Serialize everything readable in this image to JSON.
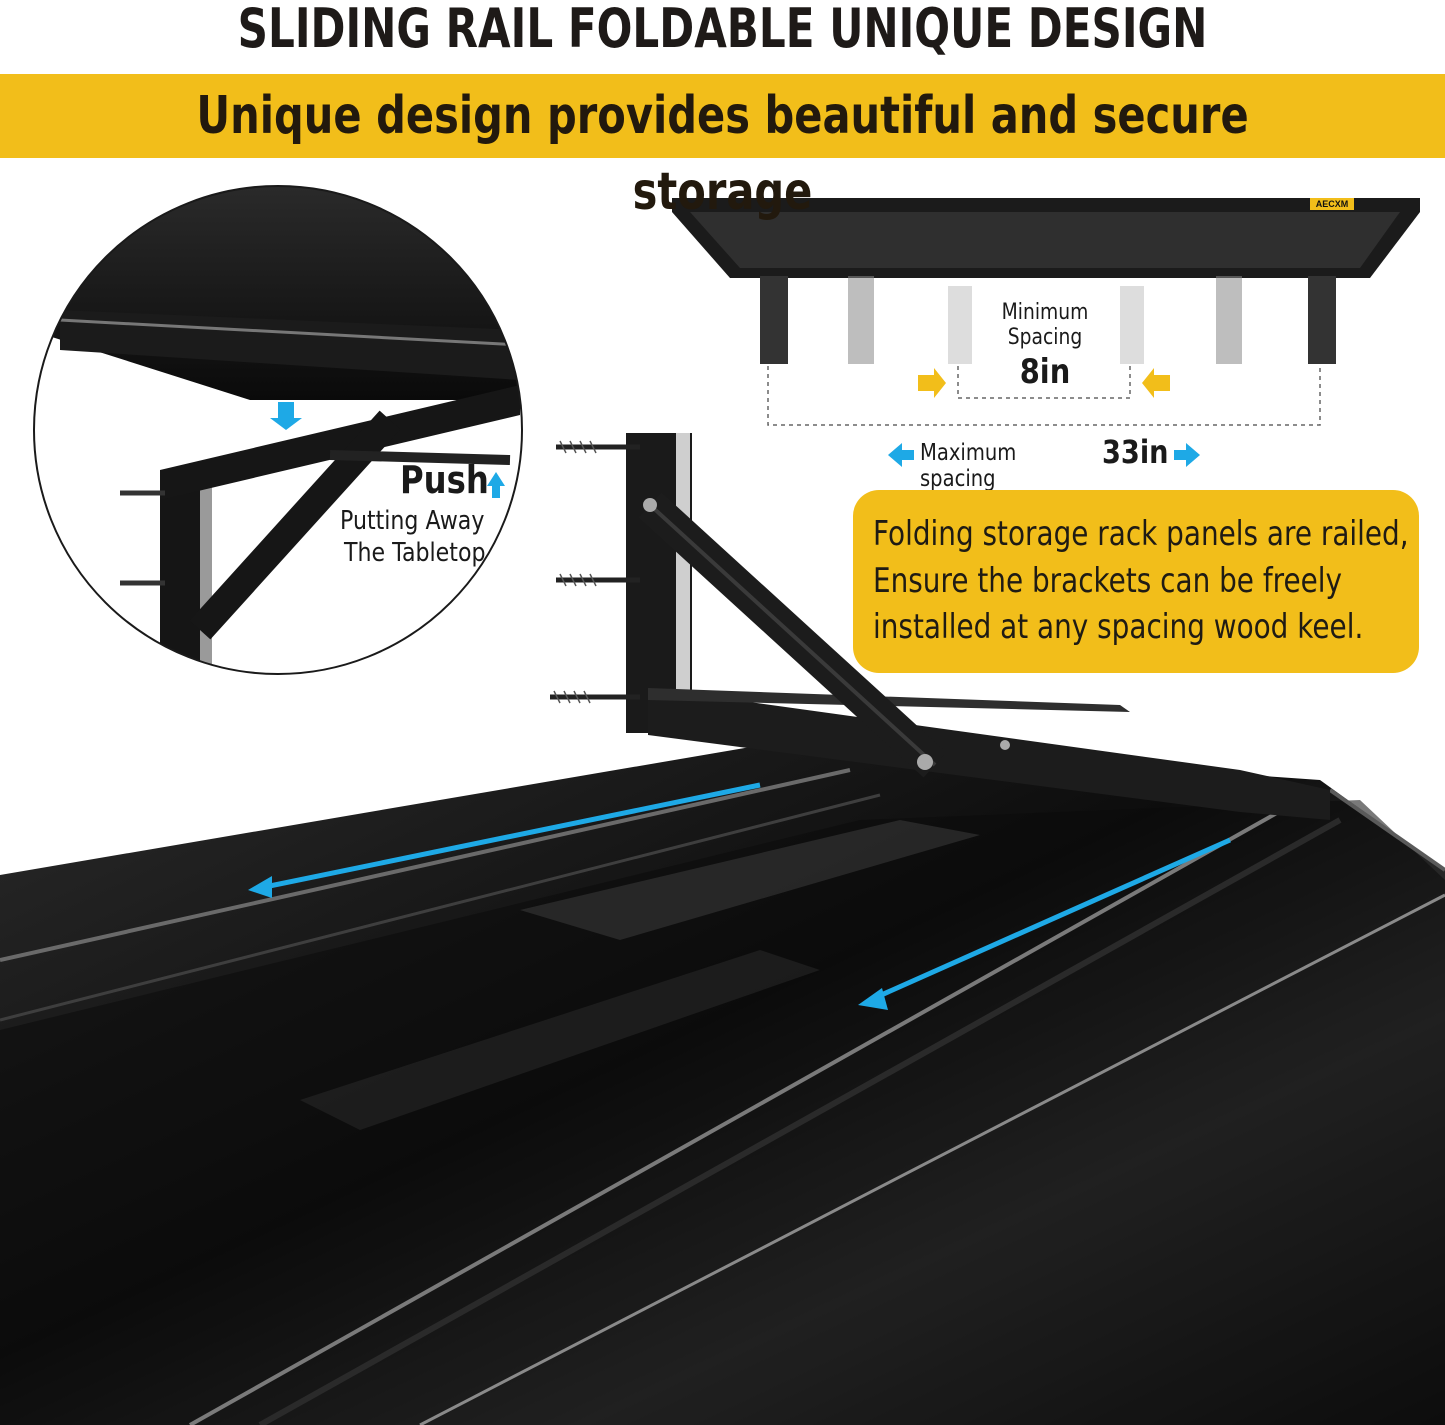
{
  "header": {
    "title": "SLIDING RAIL FOLDABLE UNIQUE DESIGN",
    "subtitle": "Unique design provides beautiful and secure storage"
  },
  "inset": {
    "push_label": "Push",
    "caption_line1": "Putting Away",
    "caption_line2": "The Tabletop"
  },
  "spacing": {
    "min_line1": "Minimum",
    "min_line2": "Spacing",
    "min_value": "8in",
    "max_label": "Maximum spacing",
    "max_value": "33in"
  },
  "brand_tag": "AECXM",
  "callout": {
    "line1": "Folding storage rack panels are railed,",
    "line2": "Ensure the brackets can be freely",
    "line3": "installed at any spacing wood keel."
  },
  "colors": {
    "accent_yellow": "#f2be1a",
    "arrow_blue": "#1ea9e6",
    "product_black": "#151515"
  }
}
